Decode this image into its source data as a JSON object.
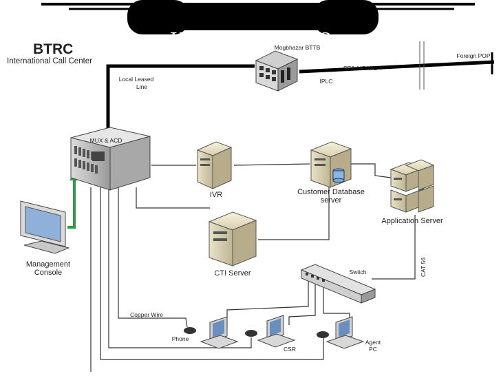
{
  "header": {
    "title": "How it will work?"
  },
  "org": {
    "name": "BTRC",
    "subtitle": "International Call Center"
  },
  "nodes": {
    "bttb": "Mogbhazar BTTB",
    "foreign_pop": "Foreign POP",
    "mux": "MUX & ACD",
    "ivr": "IVR",
    "cust_db_1": "Customer Database",
    "cust_db_2": "server",
    "app_server": "Application Server",
    "mgmt_1": "Management",
    "mgmt_2": "Console",
    "cti": "CTI Server",
    "switch": "Switch",
    "phone": "Phone",
    "csr": "CSR",
    "agent_1": "Agent",
    "agent_2": "PC"
  },
  "links": {
    "local_leased_1": "Local Leased",
    "local_leased_2": "Line",
    "iplc": "IPLC",
    "sea_me_we": "SEA-ME-WE 4",
    "cat56": "CAT 56",
    "copper_wire": "Copper Wire"
  }
}
